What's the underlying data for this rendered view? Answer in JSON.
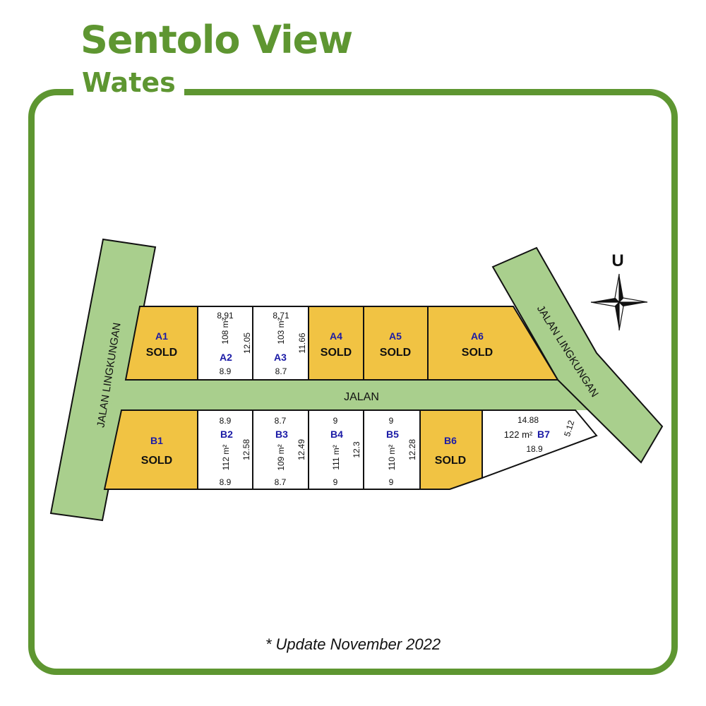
{
  "header": {
    "title": "Sentolo View",
    "subtitle": "Wates"
  },
  "footer": {
    "update_note": "* Update November 2022"
  },
  "compass": {
    "north_label": "U"
  },
  "roads": {
    "main": "JALAN",
    "left": "JALAN LINGKUNGAN",
    "right": "JALAN LINGKUNGAN"
  },
  "colors": {
    "frame_green": "#5e9631",
    "road_green": "#a9cf8d",
    "sold_yellow": "#f1c343",
    "available_white": "#ffffff",
    "lot_label_blue": "#1a1aa6"
  },
  "lots": {
    "A1": {
      "id": "A1",
      "status": "SOLD"
    },
    "A2": {
      "id": "A2",
      "area": "108 m²",
      "top": "8.91",
      "bottom": "8.9",
      "side": "12.05"
    },
    "A3": {
      "id": "A3",
      "area": "103 m²",
      "top": "8.71",
      "bottom": "8.7",
      "side": "11.66"
    },
    "A4": {
      "id": "A4",
      "status": "SOLD"
    },
    "A5": {
      "id": "A5",
      "status": "SOLD"
    },
    "A6": {
      "id": "A6",
      "status": "SOLD"
    },
    "B1": {
      "id": "B1",
      "status": "SOLD"
    },
    "B2": {
      "id": "B2",
      "area": "112 m²",
      "top": "8.9",
      "bottom": "8.9",
      "side": "12.58"
    },
    "B3": {
      "id": "B3",
      "area": "109 m²",
      "top": "8.7",
      "bottom": "8.7",
      "side": "12.49"
    },
    "B4": {
      "id": "B4",
      "area": "111 m²",
      "top": "9",
      "bottom": "9",
      "side": "12.3"
    },
    "B5": {
      "id": "B5",
      "area": "110 m²",
      "top": "9",
      "bottom": "9",
      "side": "12.28"
    },
    "B6": {
      "id": "B6",
      "status": "SOLD"
    },
    "B7": {
      "id": "B7",
      "area": "122 m²",
      "top": "14.88",
      "bottom": "18.9",
      "side": "5.12"
    }
  }
}
